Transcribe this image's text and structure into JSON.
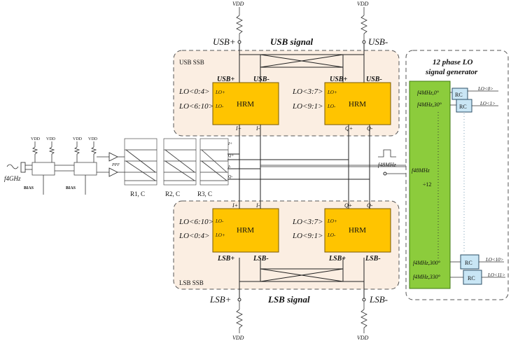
{
  "supply": {
    "vdd": "VDD"
  },
  "rails": {
    "usb_plus": "USB+",
    "usb_minus": "USB-",
    "lsb_plus": "LSB+",
    "lsb_minus": "LSB-",
    "usb_signal": "USB signal",
    "lsb_signal": "LSB signal"
  },
  "usb_ssb": {
    "title": "USB SSB",
    "left_block": {
      "label": "HRM",
      "top_left": "USB+",
      "top_right": "USB-",
      "lo_top": "LO<0:4>",
      "lo_bottom": "LO<6:10>",
      "pin_top": "LO+",
      "pin_bottom": "LO-",
      "bot_left": "I+",
      "bot_right": "I-"
    },
    "right_block": {
      "label": "HRM",
      "top_left": "USB+",
      "top_right": "USB-",
      "lo_top": "LO<3:7>",
      "lo_bottom": "LO<9:1>",
      "pin_top": "LO+",
      "pin_bottom": "LO-",
      "bot_left": "Q+",
      "bot_right": "Q-"
    }
  },
  "lsb_ssb": {
    "title": "LSB SSB",
    "left_block": {
      "label": "HRM",
      "bot_left": "LSB+",
      "bot_right": "LSB-",
      "lo_top": "LO<6:10>",
      "lo_bottom": "LO<0:4>",
      "pin_top": "LO-",
      "pin_bottom": "LO+",
      "top_left": "I+",
      "top_right": "I-"
    },
    "right_block": {
      "label": "HRM",
      "bot_left": "LSB+",
      "bot_right": "LSB-",
      "lo_top": "LO<3:7>",
      "lo_bottom": "LO<9:1>",
      "pin_top": "LO+",
      "pin_bottom": "LO-",
      "top_left": "Q+",
      "top_right": "Q-"
    }
  },
  "input": {
    "freq": "f4GHz",
    "bias_1": "BIAS",
    "bias_2": "BIAS",
    "ppf_label": "PPF",
    "stage_labels": [
      "R1, C",
      "R2, C",
      "R3, C"
    ],
    "outputs": [
      "I+",
      "Q+",
      "I-",
      "Q-"
    ]
  },
  "lo_gen": {
    "title_line1": "12 phase LO",
    "title_line2": "signal generator",
    "ref_label": "f48MHz",
    "phases": [
      "f4MHz,0°",
      "f4MHz,30°",
      "f4MHz,300°",
      "f4MHz,330°"
    ],
    "center_label": "f48MHz",
    "divider": "÷12",
    "rc": "RC",
    "outputs": [
      "LO<0>",
      "LO<1>",
      "LO<10>",
      "LO<11>"
    ]
  },
  "colors": {
    "hrm": "#ffc400",
    "ssb_region": "#fbeee2",
    "lo_generator": "#8ccc3c",
    "rc_box": "#c9e6f5"
  }
}
